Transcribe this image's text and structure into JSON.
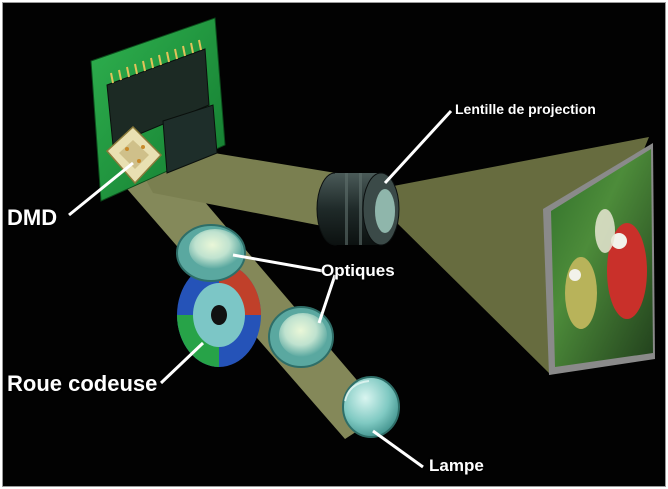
{
  "labels": {
    "lens": "Lentille de projection",
    "dmd": "DMD",
    "optics": "Optiques",
    "wheel": "Roue codeuse",
    "lamp": "Lampe"
  },
  "colors": {
    "background": "#020202",
    "beam": "#c8cf8e",
    "circuit_board": "#1f9a3e",
    "lens_glass": "#8fd3c8",
    "wheel_blue": "#2553b8",
    "wheel_red": "#c0402a",
    "wheel_green": "#27a348",
    "label_text": "#ffffff"
  }
}
